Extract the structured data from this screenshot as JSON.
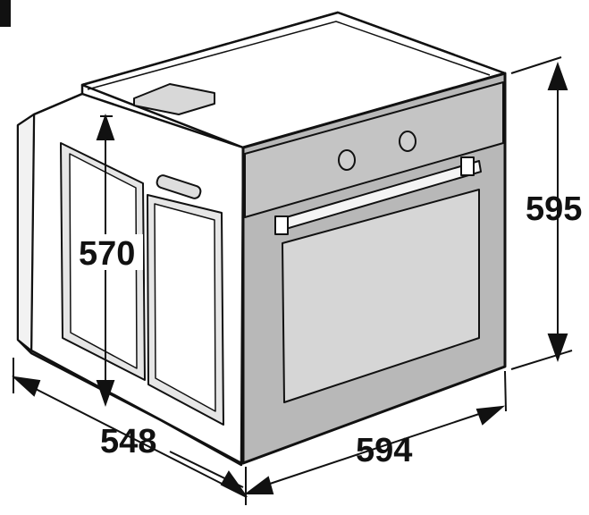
{
  "dimensions": {
    "height": "595",
    "width": "594",
    "depth": "548",
    "niche_height": "570"
  },
  "colors": {
    "outline": "#111111",
    "panel_gray": "#c9c9c9",
    "front_gray": "#b8b8b8",
    "glass_gray": "#d6d6d6",
    "white": "#ffffff"
  }
}
